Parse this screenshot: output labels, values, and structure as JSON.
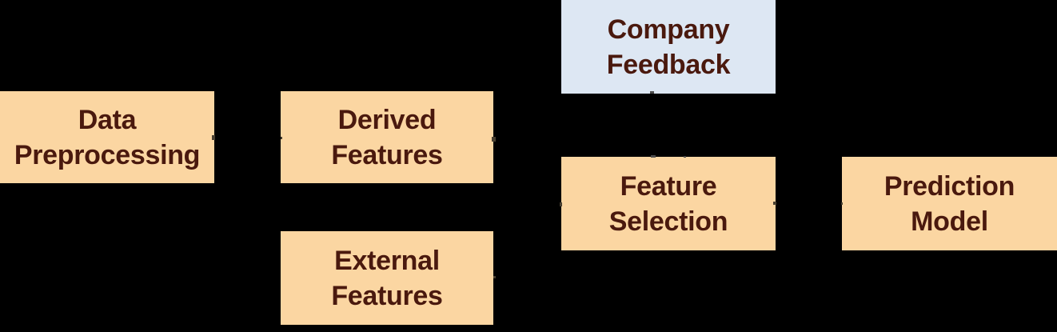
{
  "diagram": {
    "type": "flowchart",
    "background_color": "#000000",
    "text_color": "#4a190e",
    "node_fill_peach": "#fbd6a2",
    "node_fill_blue": "#dde7f3",
    "nodes": [
      {
        "id": "data-preprocessing",
        "line1": "Data",
        "line2": "Preprocessing",
        "fill": "#fbd6a2"
      },
      {
        "id": "derived-features",
        "line1": "Derived",
        "line2": "Features",
        "fill": "#fbd6a2"
      },
      {
        "id": "external-features",
        "line1": "External",
        "line2": "Features",
        "fill": "#fbd6a2"
      },
      {
        "id": "company-feedback",
        "line1": "Company",
        "line2": "Feedback",
        "fill": "#dde7f3"
      },
      {
        "id": "feature-selection",
        "line1": "Feature",
        "line2": "Selection",
        "fill": "#fbd6a2"
      },
      {
        "id": "prediction-model",
        "line1": "Prediction",
        "line2": "Model",
        "fill": "#fbd6a2"
      }
    ]
  }
}
